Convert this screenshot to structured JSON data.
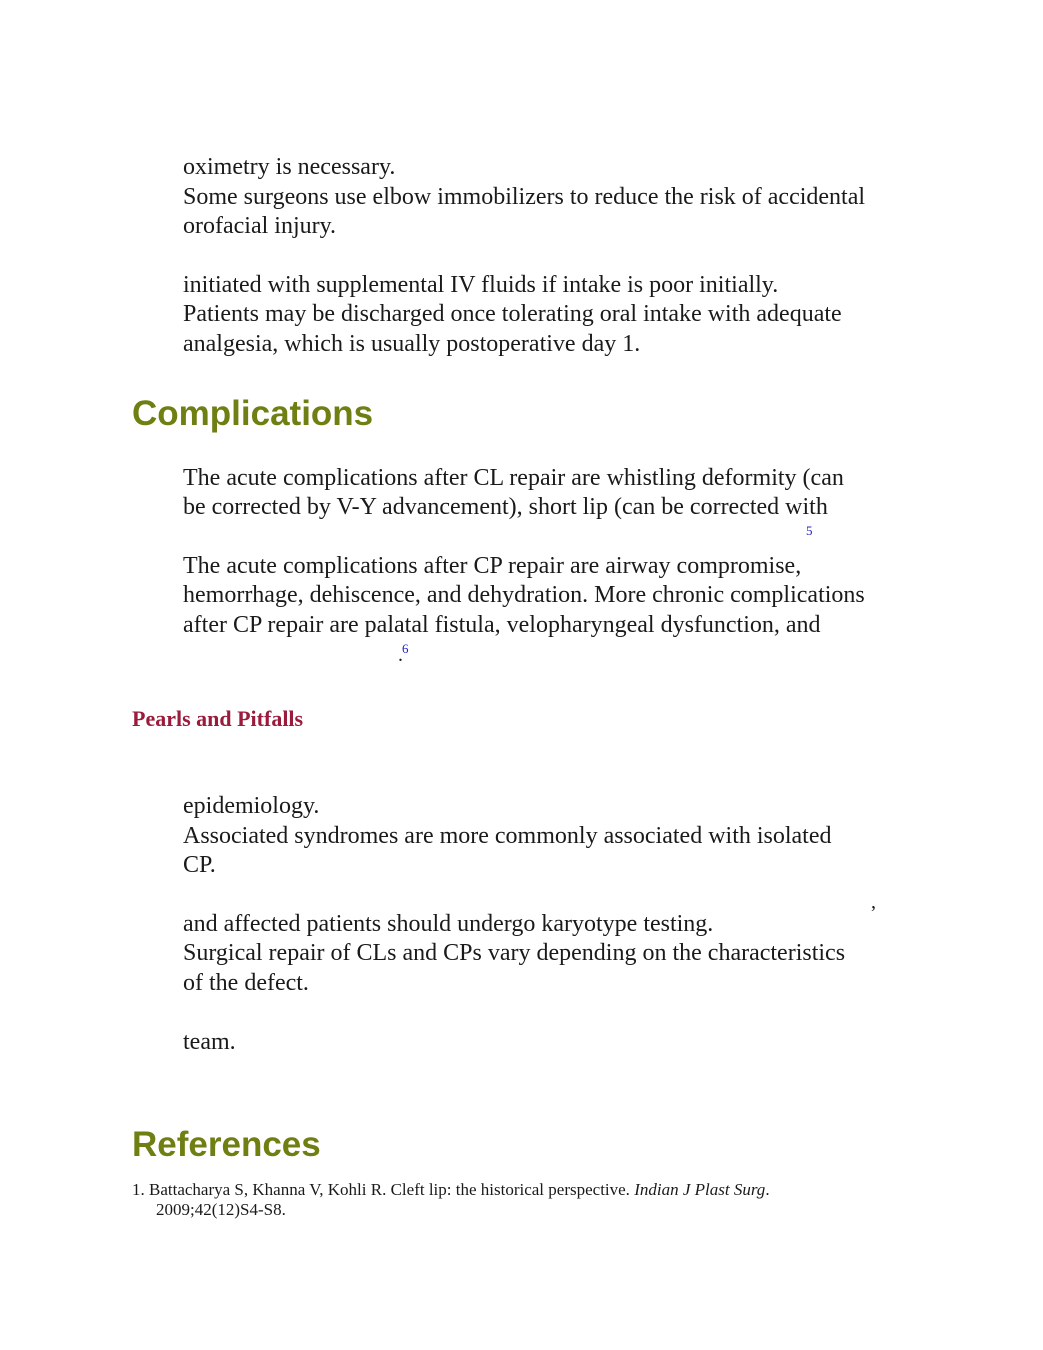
{
  "postop": {
    "lines": [
      "oximetry is necessary.",
      "Some surgeons use elbow immobilizers to reduce the risk of accidental",
      "orofacial injury.",
      "initiated with supplemental IV fluids if intake is poor initially.",
      "Patients may be discharged once tolerating oral intake with adequate",
      "analgesia, which is usually postoperative day 1."
    ]
  },
  "complications": {
    "heading": "Complications",
    "lines": [
      "The acute complications after CL repair are whistling deformity (can",
      "be corrected by V-Y advancement), short lip (can be corrected with",
      "The acute complications after CP repair are airway compromise,",
      "hemorrhage, dehiscence, and dehydration. More chronic complications",
      "after CP repair are palatal fistula, velopharyngeal dysfunction, and"
    ],
    "ref_a": "5",
    "ref_b": "6",
    "period": "."
  },
  "pearls": {
    "heading": "Pearls and Pitfalls",
    "lines": [
      "epidemiology.",
      "Associated syndromes are more commonly associated with isolated",
      "CP.",
      "and affected patients should undergo karyotype testing.",
      "Surgical repair of CLs and CPs vary depending on the characteristics",
      "of the defect.",
      "team."
    ],
    "comma": ","
  },
  "references": {
    "heading": "References",
    "items": [
      {
        "num": "1.",
        "authors_title": "Battacharya S, Khanna V, Kohli R. Cleft lip: the historical perspective.",
        "journal": "Indian J Plast Surg",
        "after_journal": ".",
        "citation": "2009;42(12)S4-S8."
      }
    ]
  }
}
